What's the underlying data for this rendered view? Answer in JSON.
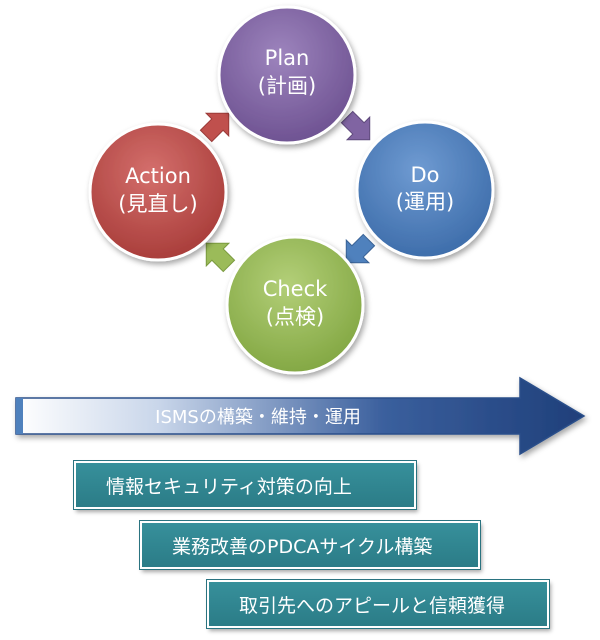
{
  "cycle": {
    "plan": {
      "name": "Plan",
      "sub": "(計画)",
      "color": "#8064a2"
    },
    "do": {
      "name": "Do",
      "sub": "(運用)",
      "color": "#4f81bd"
    },
    "check": {
      "name": "Check",
      "sub": "(点検)",
      "color": "#9bbb59"
    },
    "action": {
      "name": "Action",
      "sub": "(見直し)",
      "color": "#c0504d"
    }
  },
  "progress_arrow": {
    "label": "ISMSの構築・維持・運用",
    "colors": [
      "#ffffff",
      "#1f3f7a"
    ]
  },
  "benefits": [
    "情報セキュリティ対策の向上",
    "業務改善のPDCAサイクル構築",
    "取引先へのアピールと信頼獲得"
  ],
  "benefit_color": "#2f8490"
}
